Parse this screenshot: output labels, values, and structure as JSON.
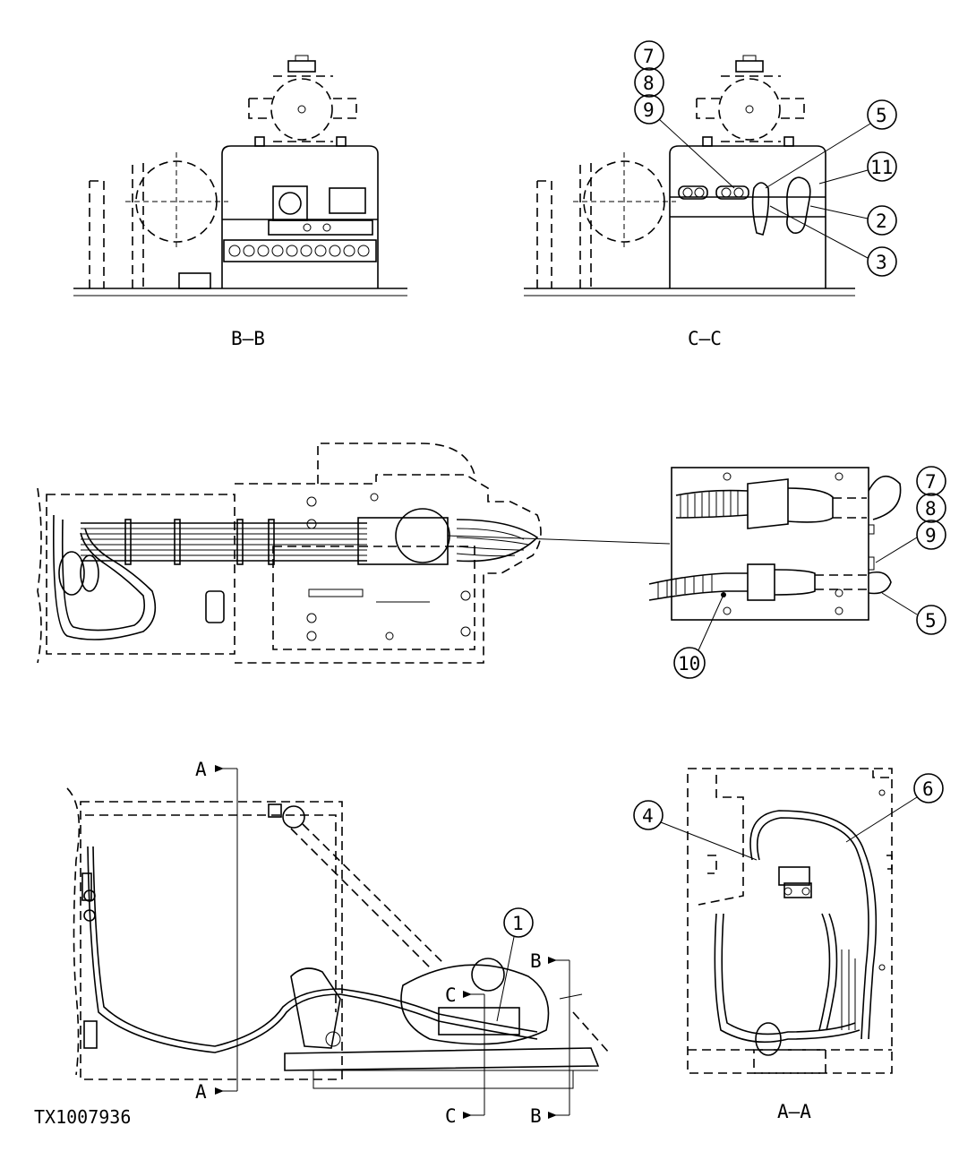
{
  "drawing_id": "TX1007936",
  "views": {
    "bb": "B–B",
    "cc": "C–C",
    "aa": "A–A"
  },
  "section_marks": {
    "a_top": "A",
    "a_bottom": "A",
    "b_top": "B",
    "b_bottom": "B",
    "c_top": "C",
    "c_bottom": "C"
  },
  "callouts": {
    "cc_7": "7",
    "cc_8": "8",
    "cc_9": "9",
    "cc_5": "5",
    "cc_11": "11",
    "cc_2": "2",
    "cc_3": "3",
    "det_7": "7",
    "det_8": "8",
    "det_9": "9",
    "det_5": "5",
    "det_10": "10",
    "side_1": "1",
    "aa_4": "4",
    "aa_6": "6"
  }
}
